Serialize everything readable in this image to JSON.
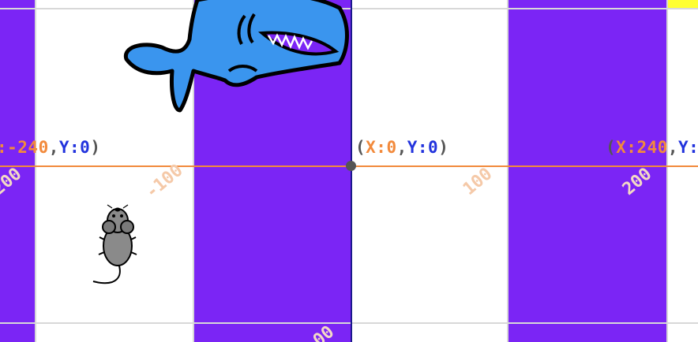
{
  "colors": {
    "purple": "#7b25f5",
    "white": "#ffffff",
    "grid": "#d8d8d8",
    "x_axis": "#f28a3c",
    "y_axis": "#1a1a8c",
    "coord_x": "#f28a3c",
    "coord_y": "#2233dd",
    "yellow": "#ffff33",
    "shark": "#3a95ee",
    "mouse": "#8a8a8a"
  },
  "coords": {
    "left": {
      "open": "",
      "x_label": ":-240",
      "comma": ",",
      "y_label": "Y:0",
      "close": ")"
    },
    "center": {
      "open": "(",
      "x_label": "X:0",
      "comma": ",",
      "y_label": "Y:0",
      "close": ")"
    },
    "right": {
      "open": "(",
      "x_label": "X:240",
      "comma": ",",
      "y_label": "Y:",
      "close": ""
    }
  },
  "ticks": {
    "neg200": "200",
    "neg100": "-100",
    "pos100": "100",
    "pos200": "200",
    "bottom": "00"
  },
  "sprites": {
    "shark": "shark-sprite",
    "mouse": "mouse-sprite"
  }
}
